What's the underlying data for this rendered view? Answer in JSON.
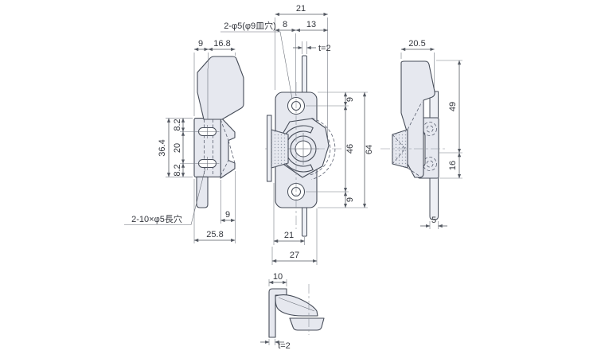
{
  "drawing": {
    "kind": "technical-multiview-drawing",
    "part": "window sash latch (crescent type) with mounting plate",
    "background": "#ffffff",
    "colors": {
      "part_fill": "#e6e8ef",
      "line": "#474d59",
      "dim_line": "#555a63"
    }
  },
  "views": {
    "left": {
      "title": "left-side-view",
      "dims": {
        "top_width_small": "9",
        "top_width_large": "16.8",
        "height_total": "36.4",
        "height_top": "8.2",
        "height_mid": "20",
        "height_bottom": "8.2",
        "bottom_width_small": "9",
        "bottom_width_total": "25.8"
      },
      "note_slot": "2-10×φ5長穴"
    },
    "front": {
      "title": "front-view",
      "dims": {
        "top_total": "21",
        "top_left": "8",
        "top_right": "13",
        "right_top": "9",
        "right_mid": "46",
        "right_bottom": "9",
        "right_total": "64",
        "bottom_inner": "21",
        "bottom_total": "27"
      },
      "note_hole": "2-φ5(φ9皿穴)",
      "note_thickness": "t=2"
    },
    "right": {
      "title": "right-side-view",
      "dims": {
        "top_width": "20.5",
        "right_upper": "49",
        "right_lower": "16",
        "bottom_width": "5"
      }
    },
    "bottom": {
      "title": "bottom-view",
      "dims": {
        "top_width": "10"
      },
      "note_thickness": "t=2"
    }
  }
}
